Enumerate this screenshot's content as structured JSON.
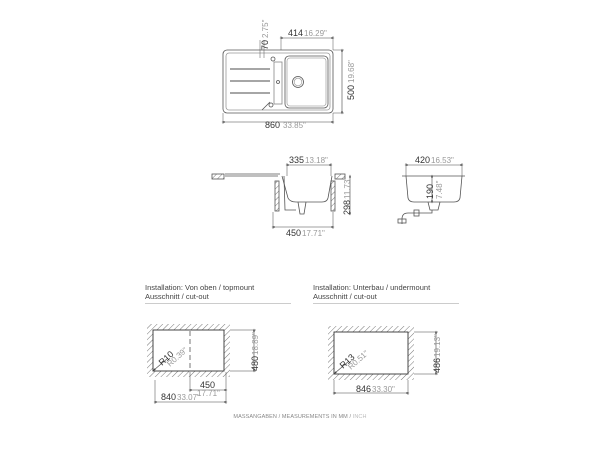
{
  "top_view": {
    "width_mm": "860",
    "width_in": "33.85\"",
    "depth_mm": "500",
    "depth_in": "19.68\"",
    "bowl_offset_mm": "414",
    "bowl_offset_in": "16.29\"",
    "tap_offset_mm": "70",
    "tap_offset_in": "2.75\""
  },
  "side_view": {
    "bowl_width_mm": "335",
    "bowl_width_in": "13.18\"",
    "height_mm": "298",
    "height_in": "11.73\"",
    "base_width_mm": "450",
    "base_width_in": "17.71\""
  },
  "end_view": {
    "width_mm": "420",
    "width_in": "16.53\"",
    "depth_mm": "190",
    "depth_in": "7.48\""
  },
  "topmount": {
    "label_line1": "Installation: Von oben / topmount",
    "label_line2": "Ausschnitt / cut-out",
    "radius_mm": "R10",
    "radius_in": "R0.39\"",
    "height_mm": "480",
    "height_in": "18.89\"",
    "bowl_mm": "450",
    "bowl_in": "17.71\"",
    "width_mm": "840",
    "width_in": "33.07\""
  },
  "undermount": {
    "label_line1": "Installation: Unterbau / undermount",
    "label_line2": "Ausschnitt / cut-out",
    "radius_mm": "R13",
    "radius_in": "R0.51\"",
    "height_mm": "486",
    "height_in": "19.13\"",
    "width_mm": "846",
    "width_in": "33.30\""
  },
  "footer": {
    "text": "MASSANGABEN / MEASUREMENTS IN MM / ",
    "unit": "INCH"
  }
}
